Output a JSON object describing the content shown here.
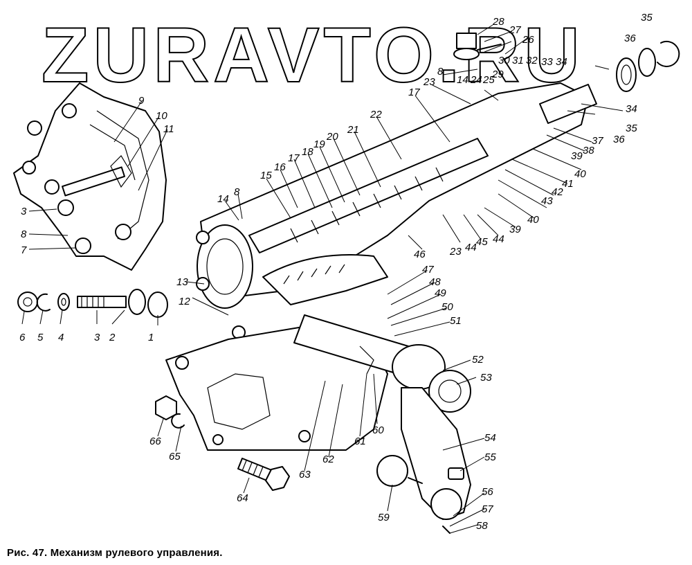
{
  "watermark": "ZURAVTO.RU",
  "caption": "Рис. 47. Механизм рулевого управления.",
  "callouts": [
    "1",
    "2",
    "3",
    "4",
    "5",
    "6",
    "3",
    "8",
    "7",
    "9",
    "10",
    "11",
    "12",
    "13",
    "14",
    "8",
    "15",
    "16",
    "17",
    "18",
    "19",
    "20",
    "21",
    "22",
    "17",
    "23",
    "8",
    "14",
    "24",
    "25",
    "26",
    "27",
    "28",
    "29",
    "30",
    "31",
    "32",
    "33",
    "34",
    "35",
    "36",
    "34",
    "35",
    "36",
    "37",
    "38",
    "39",
    "40",
    "41",
    "42",
    "43",
    "40",
    "39",
    "44",
    "45",
    "44",
    "23",
    "46",
    "47",
    "48",
    "49",
    "50",
    "51",
    "52",
    "53",
    "54",
    "55",
    "56",
    "57",
    "58",
    "59",
    "60",
    "61",
    "62",
    "63",
    "64",
    "65",
    "66"
  ]
}
